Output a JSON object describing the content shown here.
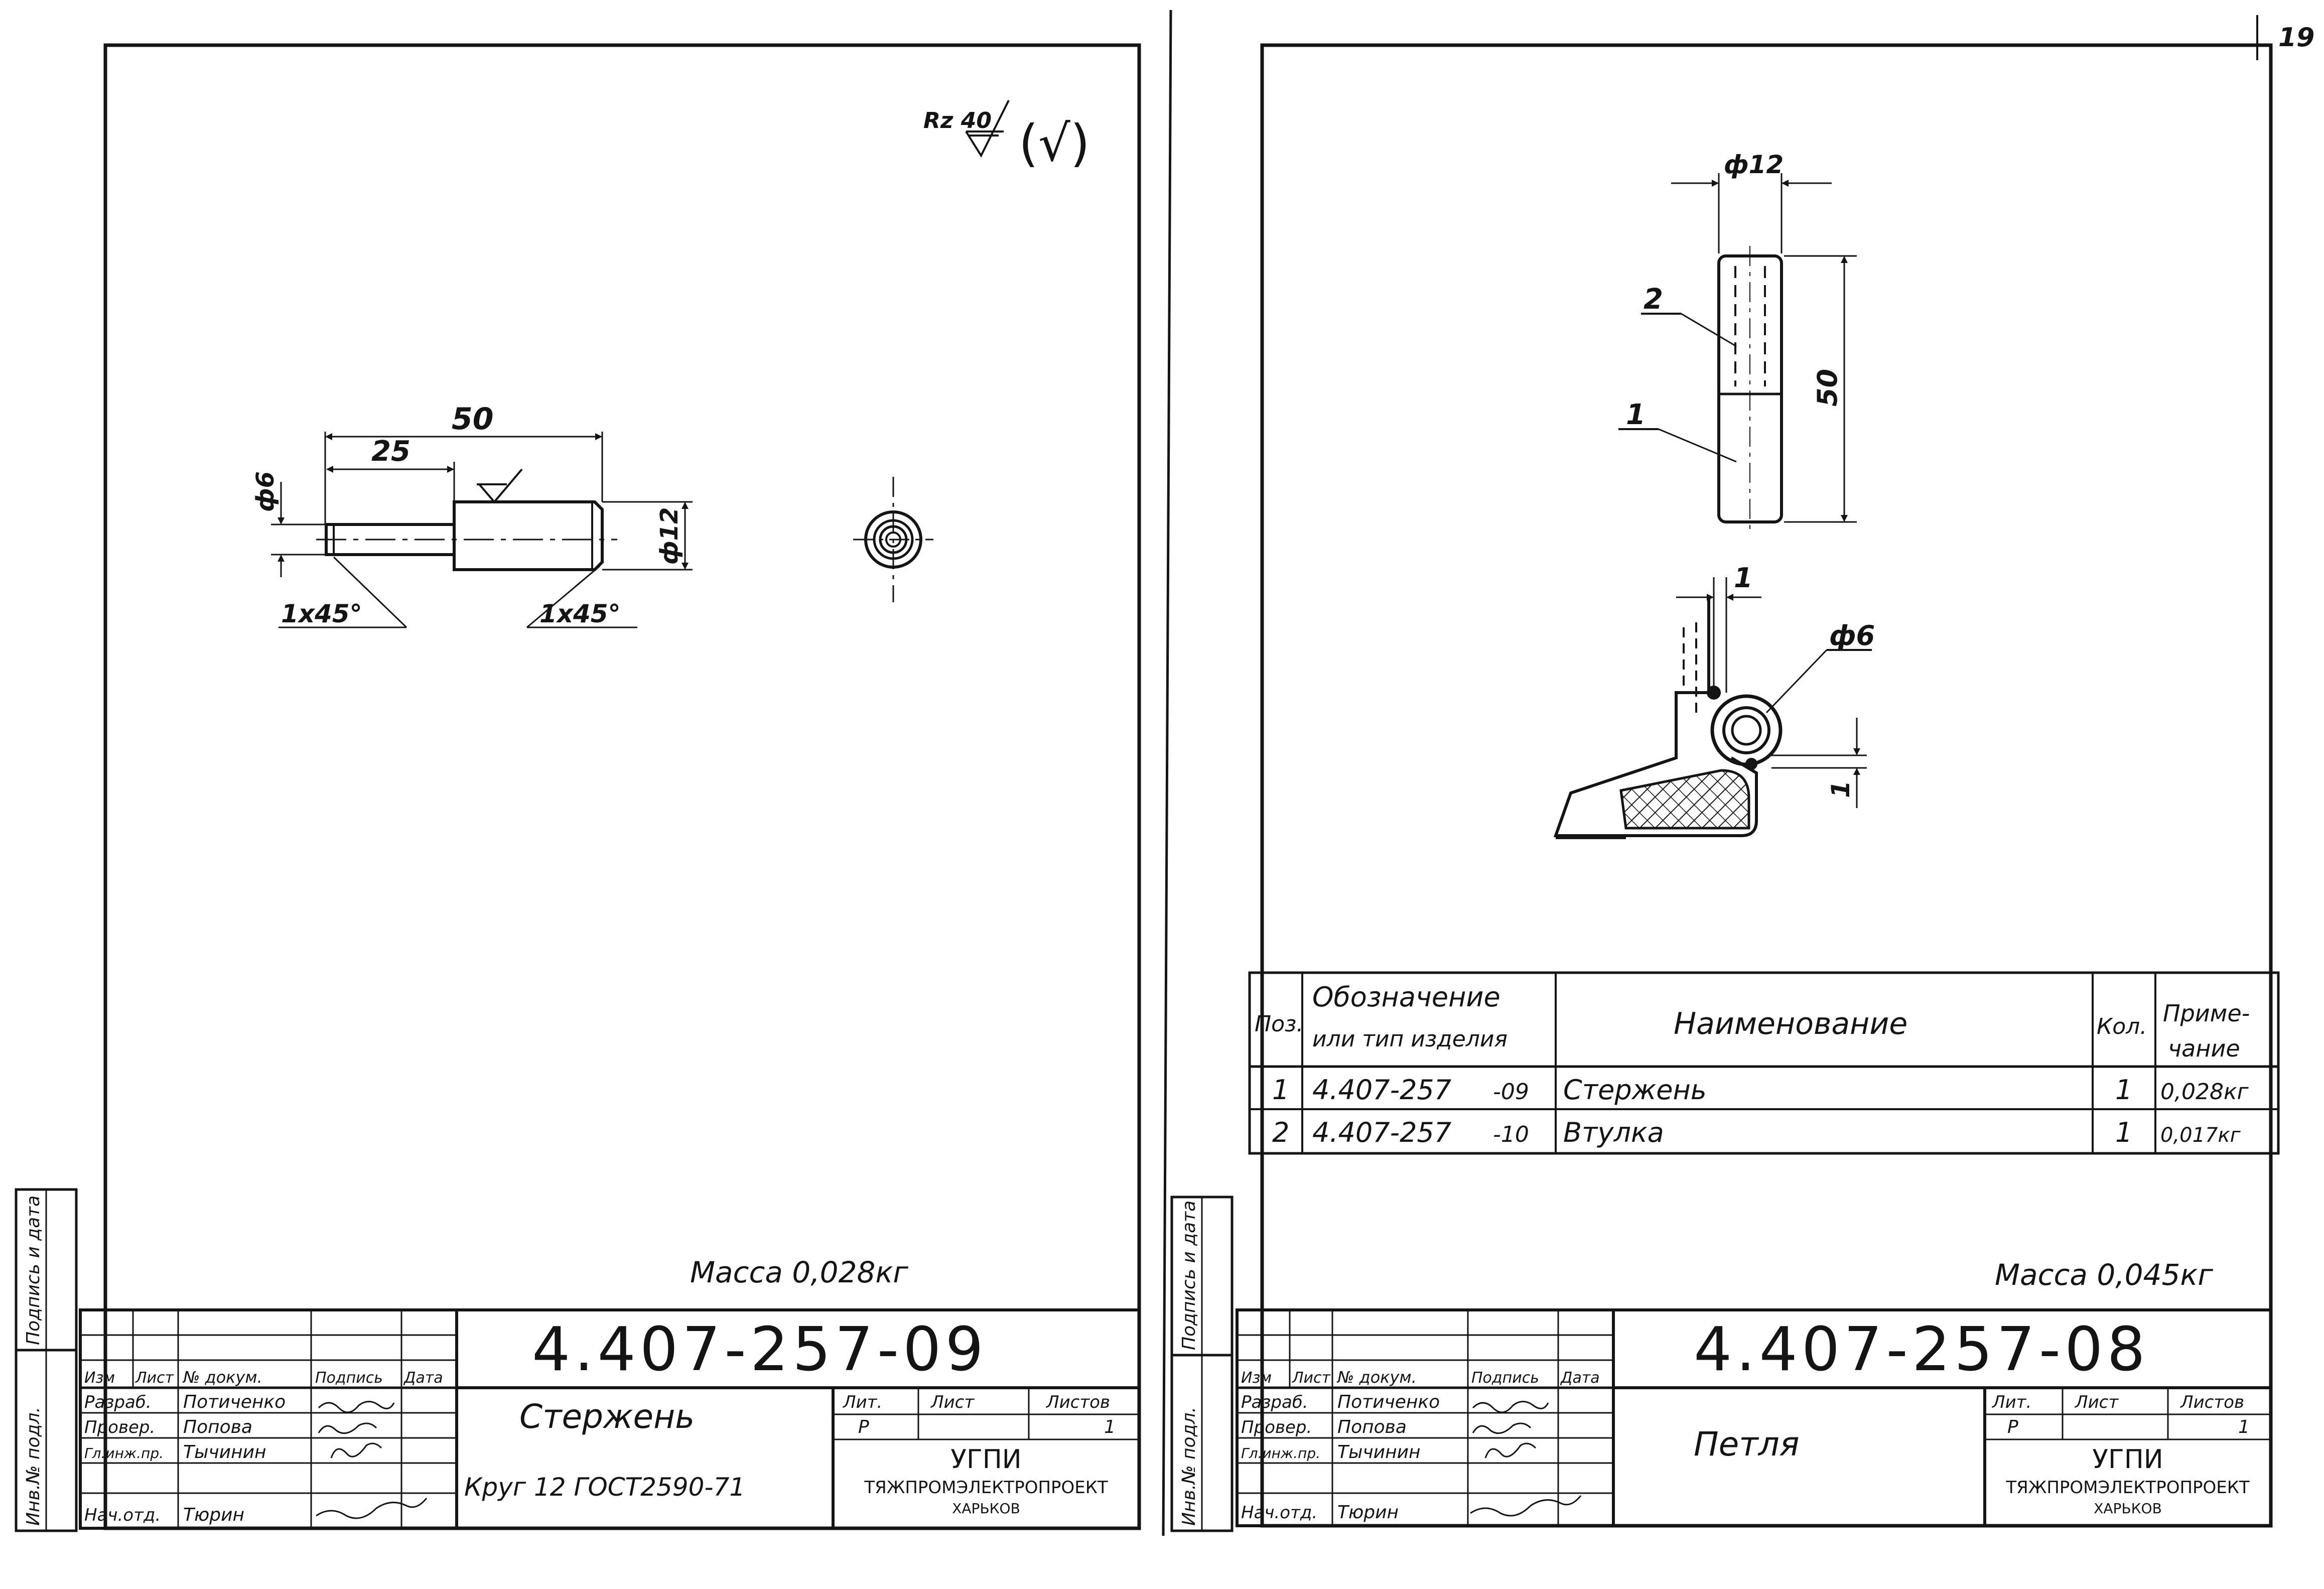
{
  "page_number": "19",
  "left_sheet": {
    "roughness": {
      "label": "Rz 40",
      "extra": "(√)"
    },
    "dims": {
      "overall_length": "50",
      "step_length": "25",
      "small_dia": "ф6",
      "large_dia": "ф12",
      "chamfer_left": "1x45°",
      "chamfer_right": "1x45°"
    },
    "mass": "Масса  0,028кг",
    "side_stamp": {
      "top": "Подпись и дата",
      "bottom": "Инв.№ подл."
    },
    "title_block": {
      "designation": "4.407-257-09",
      "name": "Стержень",
      "material": "Круг 12 ГОСТ2590-71",
      "headers": {
        "izm": "Изм",
        "list": "Лист",
        "doc": "№ докум.",
        "sign": "Подпись",
        "date": "Дата"
      },
      "roles": [
        {
          "role": "Разраб.",
          "person": "Потиченко"
        },
        {
          "role": "Провер.",
          "person": "Попова"
        },
        {
          "role": "Гл.инж.пр.",
          "person": "Тычинин"
        },
        {
          "role": "Нач.отд.",
          "person": "Тюрин"
        }
      ],
      "lit_label": "Лит.",
      "sheet_label": "Лист",
      "sheets_label": "Листов",
      "lit_value": "Р",
      "sheets_value": "1",
      "org_short": "УГПИ",
      "org_name": "ТЯЖПРОМЭЛЕКТРОПРОЕКТ",
      "org_city": "ХАРЬКОВ"
    }
  },
  "right_sheet": {
    "dims": {
      "dia_top": "ф12",
      "length": "50",
      "gap": "1",
      "pin_dia": "ф6",
      "gap_lower": "1"
    },
    "callouts": [
      "2",
      "1"
    ],
    "spec_table": {
      "headers": {
        "pos": "Поз.",
        "designation_1": "Обозначение",
        "designation_2": "или тип изделия",
        "name": "Наименование",
        "qty": "Кол.",
        "note_1": "Приме-",
        "note_2": "чание"
      },
      "rows": [
        {
          "pos": "1",
          "designation": "4.407-257",
          "suffix": "-09",
          "name": "Стержень",
          "qty": "1",
          "note": "0,028кг"
        },
        {
          "pos": "2",
          "designation": "4.407-257",
          "suffix": "-10",
          "name": "Втулка",
          "qty": "1",
          "note": "0,017кг"
        }
      ]
    },
    "mass": "Масса 0,045кг",
    "side_stamp": {
      "top": "Подпись и дата",
      "bottom": "Инв.№ подл."
    },
    "title_block": {
      "designation": "4.407-257-08",
      "name": "Петля",
      "headers": {
        "izm": "Изм",
        "list": "Лист",
        "doc": "№ докум.",
        "sign": "Подпись",
        "date": "Дата"
      },
      "roles": [
        {
          "role": "Разраб.",
          "person": "Потиченко"
        },
        {
          "role": "Провер.",
          "person": "Попова"
        },
        {
          "role": "Гл.инж.пр.",
          "person": "Тычинин"
        },
        {
          "role": "Нач.отд.",
          "person": "Тюрин"
        }
      ],
      "lit_label": "Лит.",
      "sheet_label": "Лист",
      "sheets_label": "Листов",
      "lit_value": "Р",
      "sheets_value": "1",
      "org_short": "УГПИ",
      "org_name": "ТЯЖПРОМЭЛЕКТРОПРОЕКТ",
      "org_city": "ХАРЬКОВ"
    }
  }
}
